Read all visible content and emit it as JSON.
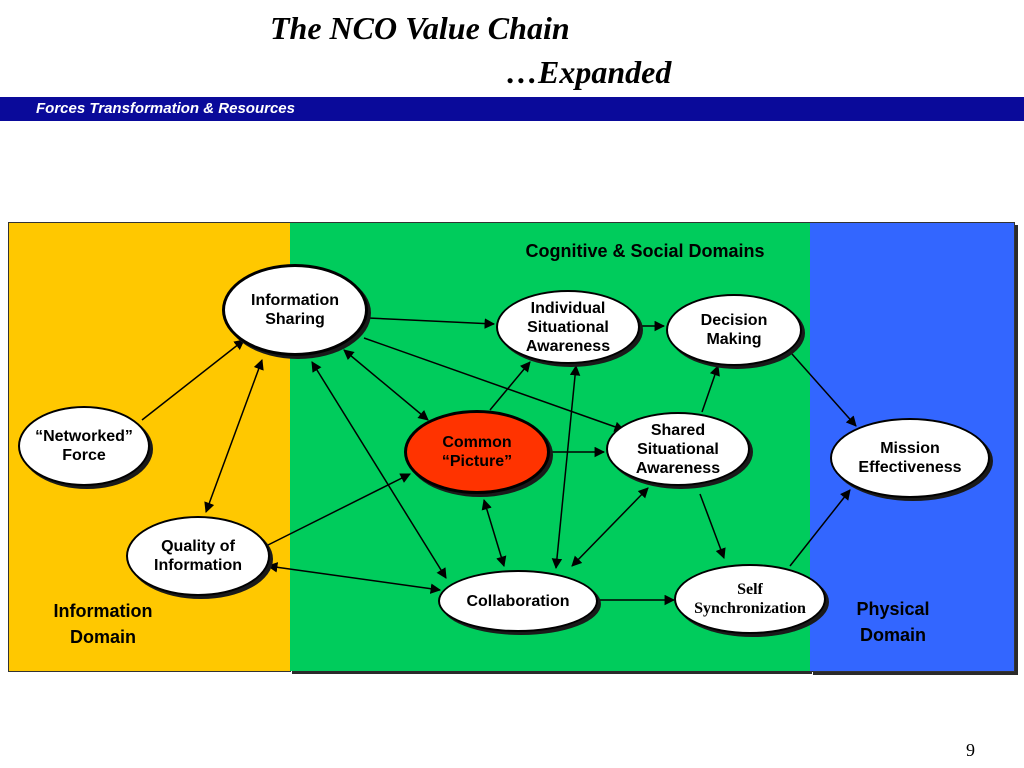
{
  "title": {
    "main": "The NCO Value Chain",
    "sub": "…Expanded"
  },
  "banner": {
    "text": "Forces Transformation & Resources"
  },
  "domains": {
    "information": "Information\nDomain",
    "cognitive_social": "Cognitive & Social Domains",
    "physical": "Physical\nDomain"
  },
  "colors": {
    "information_domain": "#ffc800",
    "cognitive_domain": "#00cc5c",
    "physical_domain": "#3366ff",
    "banner": "#0a0a9a",
    "common_picture": "#ff3300"
  },
  "nodes": {
    "information_sharing": "Information\nSharing",
    "networked_force": "“Networked”\nForce",
    "quality_of_information": "Quality of\nInformation",
    "individual_sa": "Individual\nSituational\nAwareness",
    "decision_making": "Decision\nMaking",
    "common_picture": "Common\n“Picture”",
    "shared_sa": "Shared\nSituational\nAwareness",
    "mission_effectiveness": "Mission\nEffectiveness",
    "collaboration": "Collaboration",
    "self_synchronization": "Self\nSynchronization"
  },
  "page_number": "9"
}
